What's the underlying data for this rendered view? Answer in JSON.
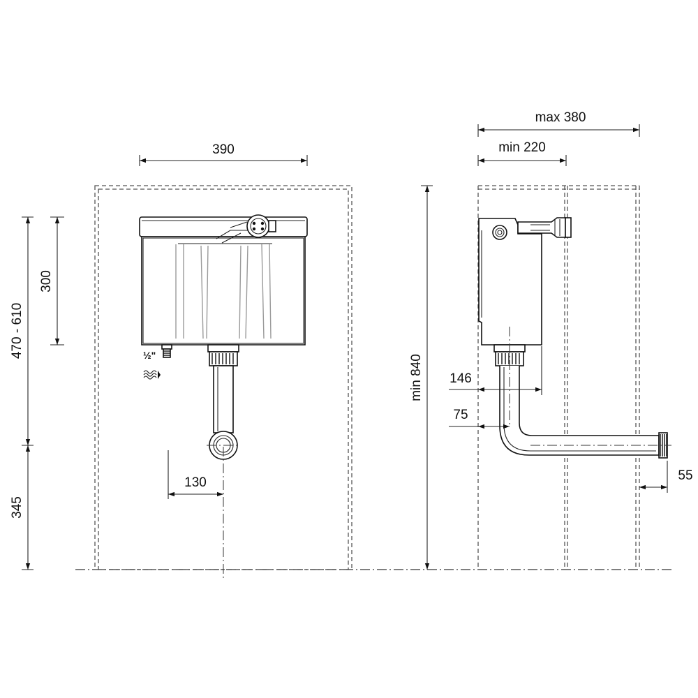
{
  "front_view": {
    "width_label": "390",
    "outlet_offset_label": "130",
    "cistern_height_label": "300",
    "install_height_label": "470 - 610",
    "floor_to_outlet_label": "345",
    "inlet_size_label": "½\""
  },
  "side_view": {
    "max_depth_label": "max 380",
    "min_depth_label": "min 220",
    "min_height_label": "min 840",
    "outlet_depth_label": "146",
    "pipe_offset_label": "75",
    "spigot_label": "55"
  },
  "icons": {
    "water_inlet": "water-flow-icon"
  }
}
